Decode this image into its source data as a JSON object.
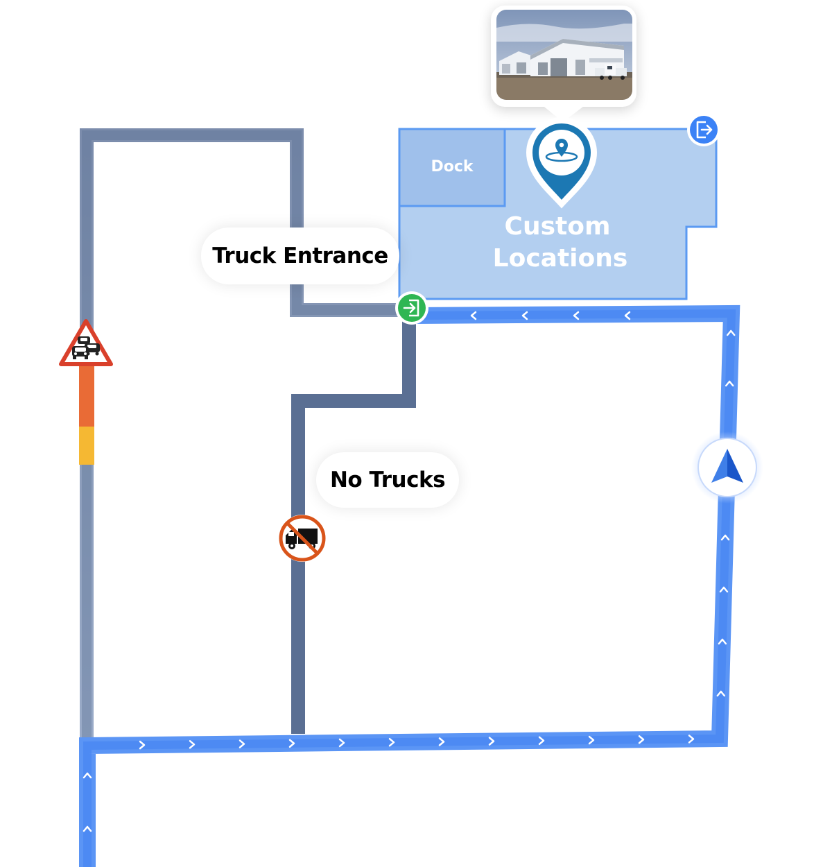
{
  "map": {
    "labels": {
      "truck_entrance": "Truck Entrance",
      "no_trucks": "No Trucks"
    },
    "areas": {
      "dock": "Dock",
      "custom_locations_line1": "Custom",
      "custom_locations_line2": "Locations"
    },
    "icons": {
      "destination": "location-pin-icon",
      "entrance": "enter-icon",
      "exit": "exit-icon",
      "traffic_warning": "traffic-jam-warning-icon",
      "no_trucks": "no-trucks-icon",
      "navigation": "navigation-arrow-icon",
      "building_photo": "warehouse-photo"
    },
    "colors": {
      "route": "#4f8ef7",
      "road": "#5a6f93",
      "road_light": "#8fa2c2",
      "area_fill": "#b3cff0",
      "dock_fill": "#9fc0eb",
      "area_border": "#5b9af2",
      "pin": "#1c78b3",
      "traffic_heavy": "#e96b36",
      "traffic_moderate": "#f5b833",
      "entrance": "#2fb653",
      "exit": "#3b82f6",
      "no_trucks": "#d9541a"
    }
  }
}
